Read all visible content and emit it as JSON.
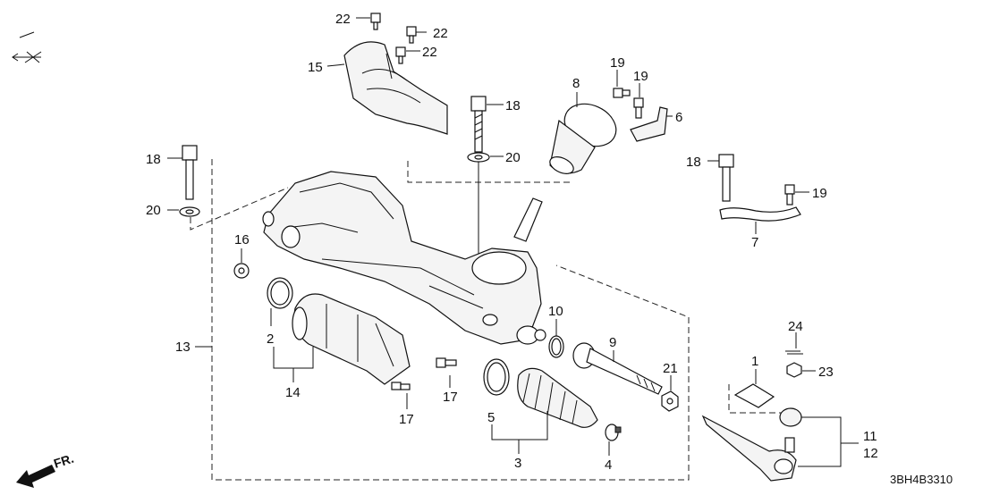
{
  "diagram": {
    "code": "3BH4B3310",
    "direction_label": "FR.",
    "callouts": {
      "c1": "1",
      "c2": "2",
      "c3": "3",
      "c4": "4",
      "c5": "5",
      "c6": "6",
      "c7": "7",
      "c8": "8",
      "c9": "9",
      "c10": "10",
      "c11": "11",
      "c12": "12",
      "c13": "13",
      "c14": "14",
      "c15": "15",
      "c16": "16",
      "c17a": "17",
      "c17b": "17",
      "c18a": "18",
      "c18b": "18",
      "c18c": "18",
      "c19a": "19",
      "c19b": "19",
      "c19c": "19",
      "c20a": "20",
      "c20b": "20",
      "c21": "21",
      "c22a": "22",
      "c22b": "22",
      "c22c": "22",
      "c23": "23",
      "c24": "24"
    }
  }
}
